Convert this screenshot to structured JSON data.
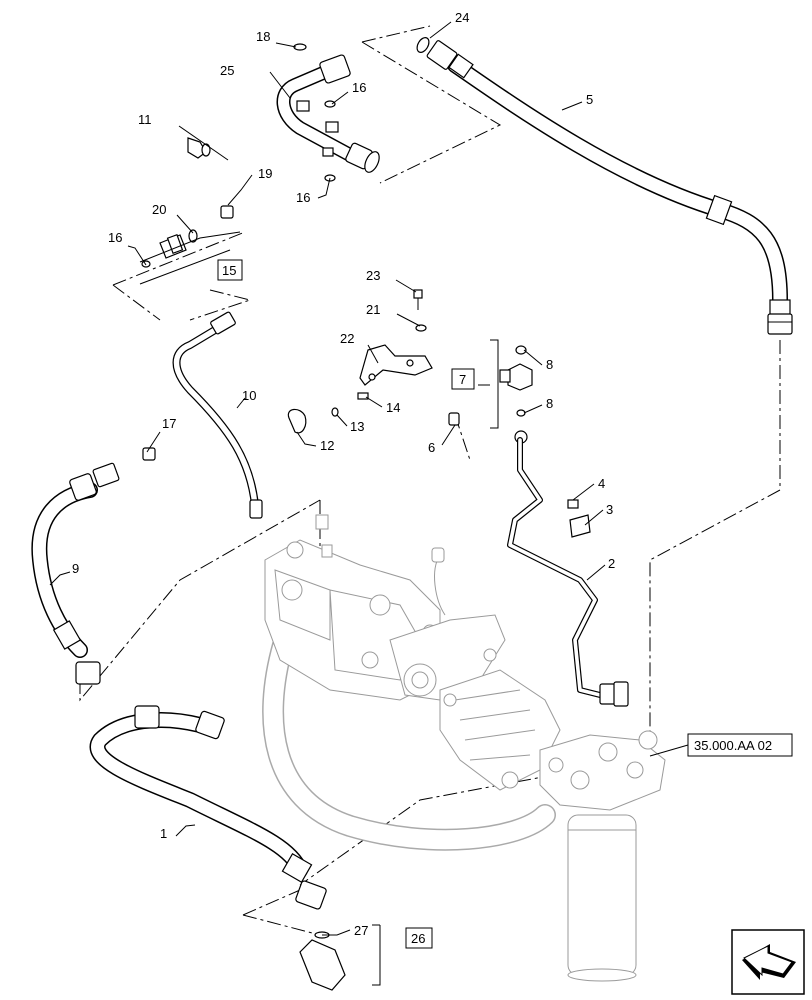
{
  "diagram": {
    "callouts": [
      {
        "id": "c1",
        "text": "1"
      },
      {
        "id": "c2",
        "text": "2"
      },
      {
        "id": "c3",
        "text": "3"
      },
      {
        "id": "c4",
        "text": "4"
      },
      {
        "id": "c5",
        "text": "5"
      },
      {
        "id": "c6",
        "text": "6"
      },
      {
        "id": "c8a",
        "text": "8"
      },
      {
        "id": "c8b",
        "text": "8"
      },
      {
        "id": "c9",
        "text": "9"
      },
      {
        "id": "c10",
        "text": "10"
      },
      {
        "id": "c11",
        "text": "11"
      },
      {
        "id": "c12",
        "text": "12"
      },
      {
        "id": "c13",
        "text": "13"
      },
      {
        "id": "c14",
        "text": "14"
      },
      {
        "id": "c16a",
        "text": "16"
      },
      {
        "id": "c16b",
        "text": "16"
      },
      {
        "id": "c16c",
        "text": "16"
      },
      {
        "id": "c17",
        "text": "17"
      },
      {
        "id": "c18",
        "text": "18"
      },
      {
        "id": "c19",
        "text": "19"
      },
      {
        "id": "c20",
        "text": "20"
      },
      {
        "id": "c21",
        "text": "21"
      },
      {
        "id": "c22",
        "text": "22"
      },
      {
        "id": "c23",
        "text": "23"
      },
      {
        "id": "c24",
        "text": "24"
      },
      {
        "id": "c25",
        "text": "25"
      },
      {
        "id": "c27",
        "text": "27"
      }
    ],
    "boxed_callouts": {
      "b7": "7",
      "b15": "15",
      "b26": "26"
    },
    "reference": "35.000.AA 02",
    "nav_icon": "view-direction-arrow-icon"
  }
}
